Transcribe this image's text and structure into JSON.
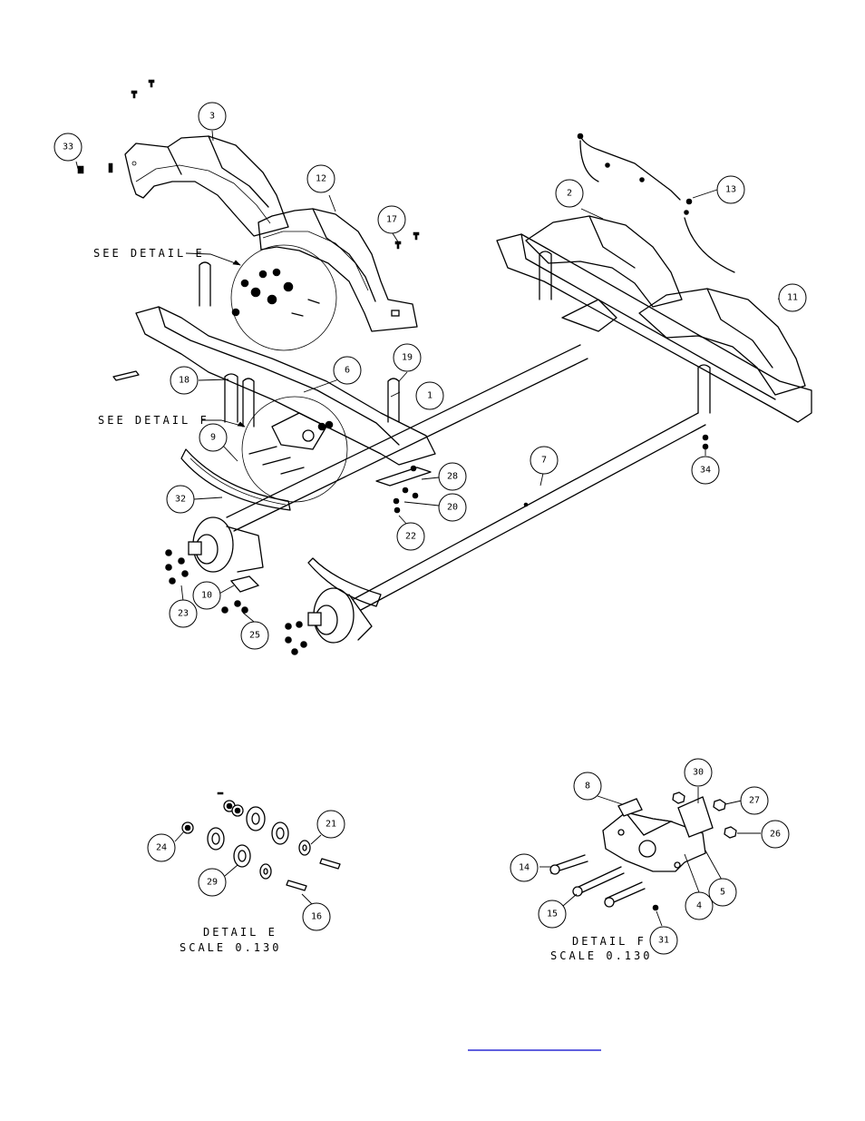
{
  "balloons": [
    {
      "label": "1"
    },
    {
      "label": "2"
    },
    {
      "label": "3"
    },
    {
      "label": "4"
    },
    {
      "label": "5"
    },
    {
      "label": "6"
    },
    {
      "label": "7"
    },
    {
      "label": "8"
    },
    {
      "label": "9"
    },
    {
      "label": "10"
    },
    {
      "label": "11"
    },
    {
      "label": "12"
    },
    {
      "label": "13"
    },
    {
      "label": "14"
    },
    {
      "label": "15"
    },
    {
      "label": "16"
    },
    {
      "label": "17"
    },
    {
      "label": "18"
    },
    {
      "label": "19"
    },
    {
      "label": "20"
    },
    {
      "label": "21"
    },
    {
      "label": "22"
    },
    {
      "label": "23"
    },
    {
      "label": "24"
    },
    {
      "label": "25"
    },
    {
      "label": "26"
    },
    {
      "label": "27"
    },
    {
      "label": "28"
    },
    {
      "label": "29"
    },
    {
      "label": "30"
    },
    {
      "label": "31"
    },
    {
      "label": "32"
    },
    {
      "label": "33"
    },
    {
      "label": "34"
    }
  ],
  "callouts": {
    "see_detail_e": "SEE DETAIL  E",
    "see_detail_f": "SEE DETAIL  F"
  },
  "details": {
    "e_title": "DETAIL  E",
    "e_scale": "SCALE  0.130",
    "f_title": "DETAIL  F",
    "f_scale": "SCALE  0.130"
  },
  "colors": {
    "ink": "#000000",
    "paper": "#ffffff",
    "link": "#0000cc"
  }
}
